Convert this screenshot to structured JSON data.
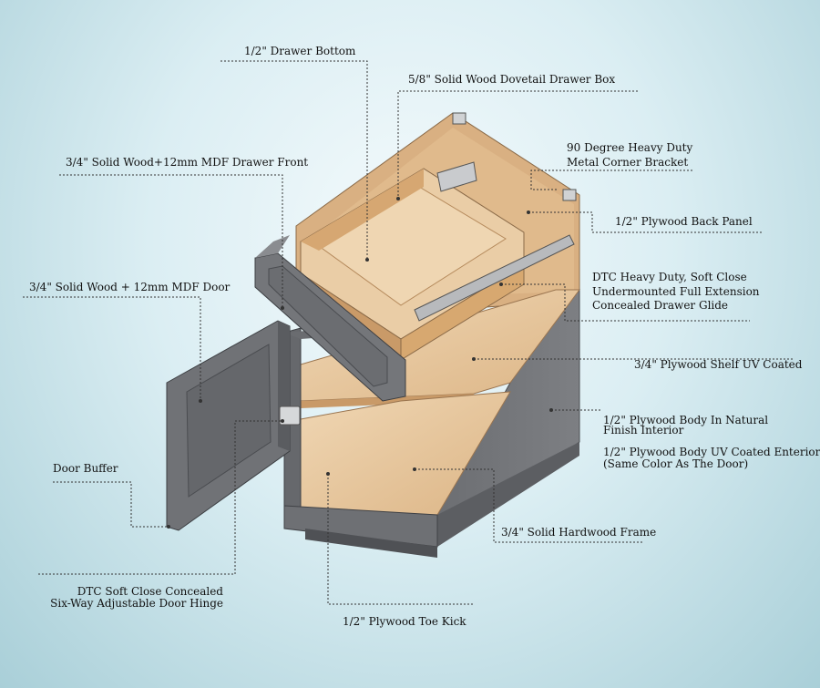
{
  "labels": {
    "drawer_bottom": "1/2\" Drawer Bottom",
    "dovetail_box": "5/8\" Solid Wood Dovetail Drawer Box",
    "corner_bracket_1": "90 Degree Heavy Duty",
    "corner_bracket_2": "Metal Corner Bracket",
    "drawer_front": "3/4\" Solid Wood+12mm MDF Drawer Front",
    "back_panel": "1/2\" Plywood Back Panel",
    "glide_1": "DTC Heavy Duty, Soft Close",
    "glide_2": "Undermounted Full Extension",
    "glide_3": "Concealed Drawer Glide",
    "door": "3/4\" Solid Wood + 12mm MDF Door",
    "shelf": "3/4\" Plywood Shelf UV Coated",
    "body_natural_1": "1/2\" Plywood Body In Natural",
    "body_natural_2": "Finish Interior",
    "body_uv_1": "1/2\" Plywood Body UV Coated Enterior",
    "body_uv_2": "(Same Color As The Door)",
    "door_buffer": "Door Buffer",
    "hardwood_frame": "3/4\" Solid Hardwood Frame",
    "hinge_1": "DTC Soft Close Concealed",
    "hinge_2": "Six-Way Adjustable Door Hinge",
    "toe_kick": "1/2\" Plywood Toe Kick"
  },
  "colors": {
    "cabinet_gray": "#707276",
    "cabinet_gray_dark": "#56585c",
    "wood_light": "#e7c9a0",
    "wood_mid": "#d9ad7c",
    "wood_dark": "#c48f5c",
    "leader_line": "#333333"
  }
}
